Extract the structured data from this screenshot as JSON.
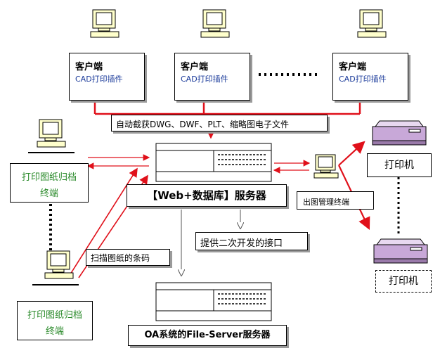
{
  "clients": [
    {
      "title": "客户端",
      "plugin": "CAD打印插件"
    },
    {
      "title": "客户端",
      "plugin": "CAD打印插件"
    },
    {
      "title": "客户端",
      "plugin": "CAD打印插件"
    }
  ],
  "capture_label": "自动截获DWG、DWF、PLT、缩略图电子文件",
  "main_server": "【Web+数据库】服务器",
  "output_terminal": "出图管理终端",
  "archive_top": {
    "line1": "打印图纸归档",
    "line2": "终端"
  },
  "archive_bottom": {
    "line1": "打印图纸归档",
    "line2": "终端"
  },
  "scan_label": "扫描图纸的条码",
  "api_label": "提供二次开发的接口",
  "oa_server": "OA系统的File-Server服务器",
  "printer_top": "打印机",
  "printer_bottom": "打印机",
  "colors": {
    "accent": "#e0101a",
    "printer": "#c8a8d8",
    "green_text": "#2a8a2a"
  }
}
